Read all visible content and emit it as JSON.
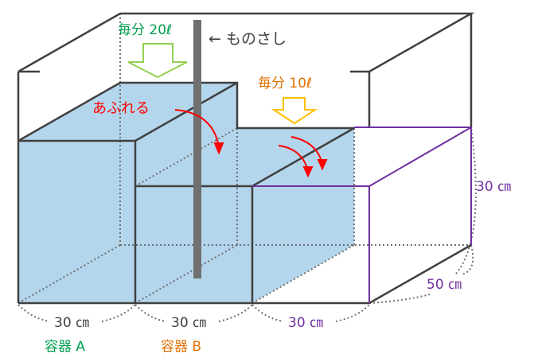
{
  "labels": {
    "inflow_a": "毎分 20ℓ",
    "inflow_b": "毎分 10ℓ",
    "ruler": "← ものさし",
    "overflow": "あふれる",
    "width_a": "30 ㎝",
    "width_b": "30 ㎝",
    "width_rest": "30 ㎝",
    "height": "30 ㎝",
    "depth": "50 ㎝",
    "container_a": "容器 A",
    "container_b": "容器 B"
  },
  "colors": {
    "water": "#b4d6ec",
    "green": "#00a050",
    "orange": "#e07000",
    "purple": "#7030a0",
    "red": "#ff0000",
    "line": "#404040",
    "ruler": "#707070"
  }
}
